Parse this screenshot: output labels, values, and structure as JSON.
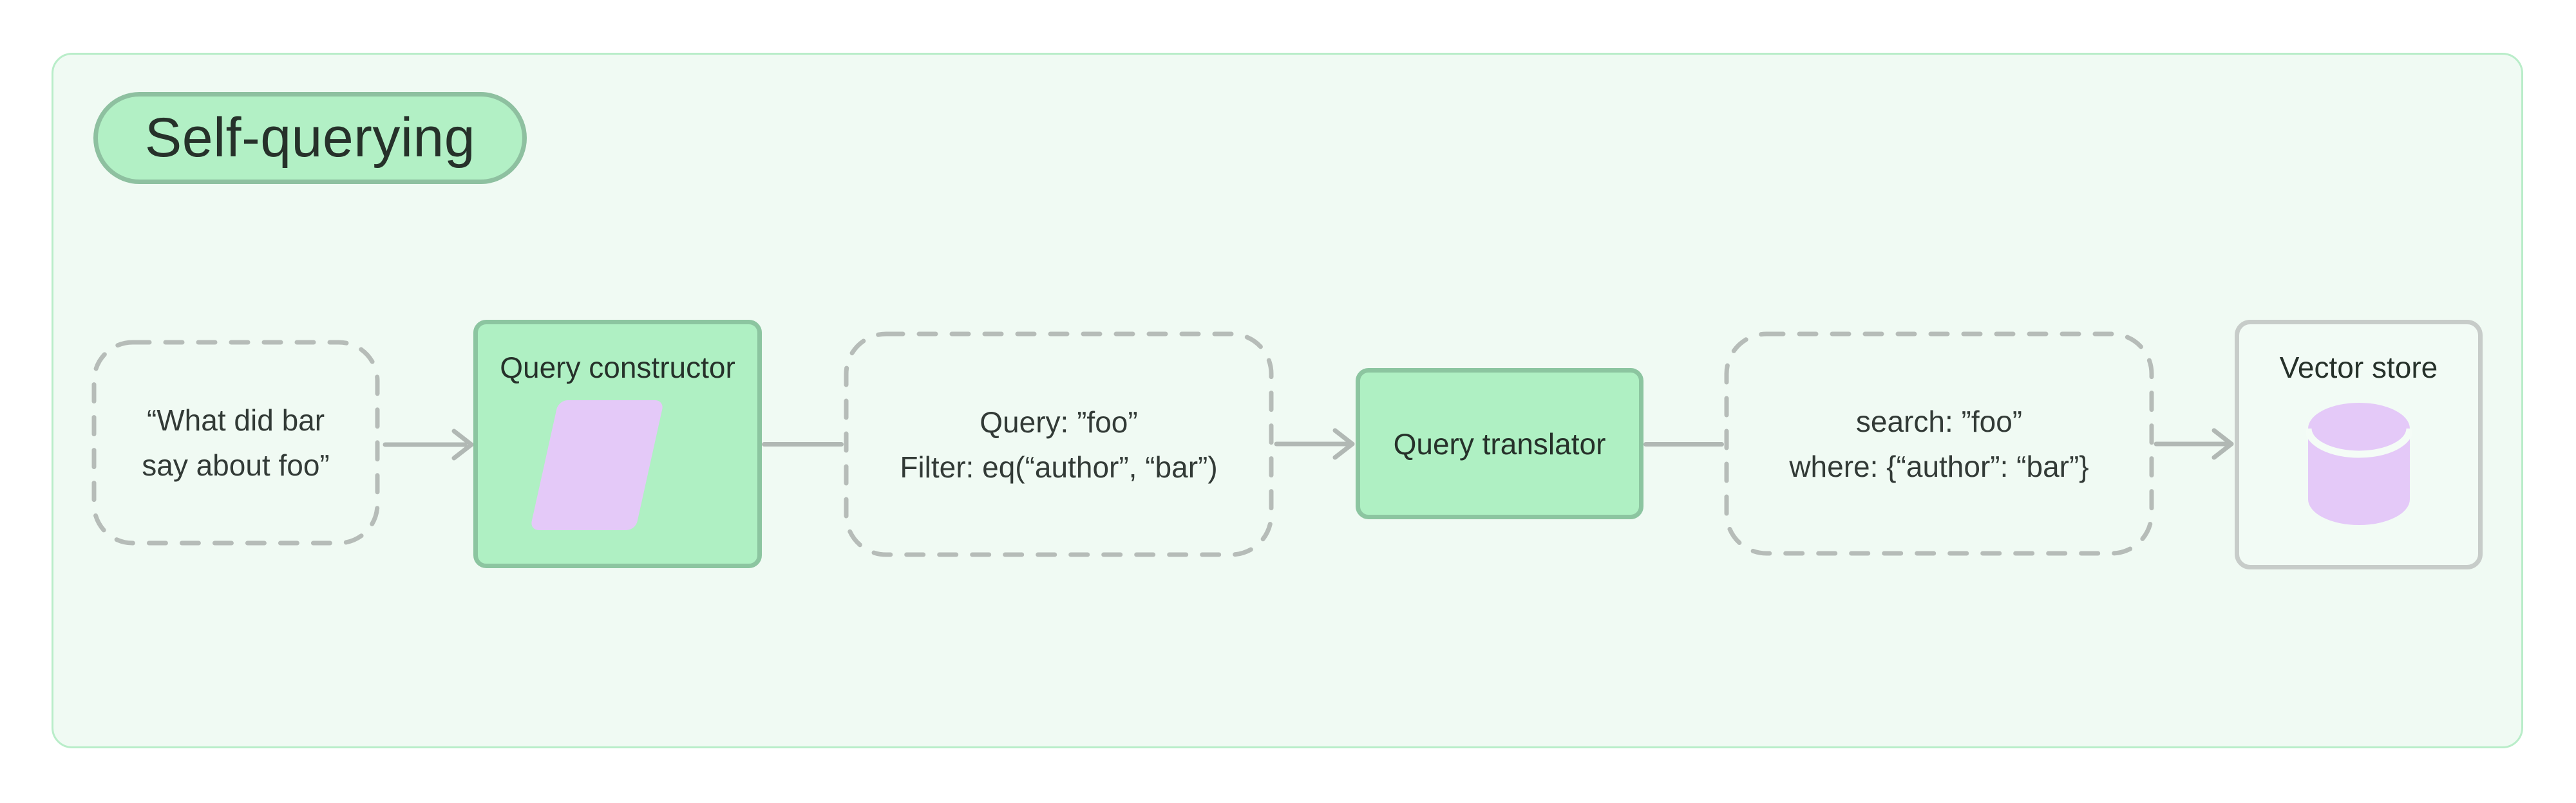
{
  "title": {
    "label": "Self-querying"
  },
  "colors": {
    "panel_background": "#f0faf3",
    "panel_border": "#b9edc9",
    "badge_fill": "#b2f0c5",
    "badge_border": "#8ec0a0",
    "process_fill": "#aff0c3",
    "process_border": "#8cc5a0",
    "dashed_border": "#b6bcb8",
    "store_border": "#c7ccc9",
    "connector": "#b1b8b4",
    "icon_fill": "#e4c9f8",
    "text": "#323a36"
  },
  "flow": {
    "nodes": [
      {
        "id": "user-question",
        "type": "dashed",
        "lines": [
          "“What did bar",
          "say about foo”"
        ]
      },
      {
        "id": "query-constructor",
        "type": "process",
        "label": "Query constructor",
        "icon": "parallelogram-icon"
      },
      {
        "id": "structured-query",
        "type": "dashed",
        "lines": [
          "Query: ”foo”",
          "Filter: eq(“author”, “bar”)"
        ]
      },
      {
        "id": "query-translator",
        "type": "process",
        "label": "Query translator"
      },
      {
        "id": "translated-query",
        "type": "dashed",
        "lines": [
          "search: ”foo”",
          "where: {“author”: “bar”}"
        ]
      },
      {
        "id": "vector-store",
        "type": "store",
        "label": "Vector store",
        "icon": "database-cylinder-icon"
      }
    ],
    "connectors": [
      {
        "from": "user-question",
        "to": "query-constructor",
        "arrowhead": true
      },
      {
        "from": "query-constructor",
        "to": "structured-query",
        "arrowhead": false
      },
      {
        "from": "structured-query",
        "to": "query-translator",
        "arrowhead": true
      },
      {
        "from": "query-translator",
        "to": "translated-query",
        "arrowhead": false
      },
      {
        "from": "translated-query",
        "to": "vector-store",
        "arrowhead": true
      }
    ]
  }
}
